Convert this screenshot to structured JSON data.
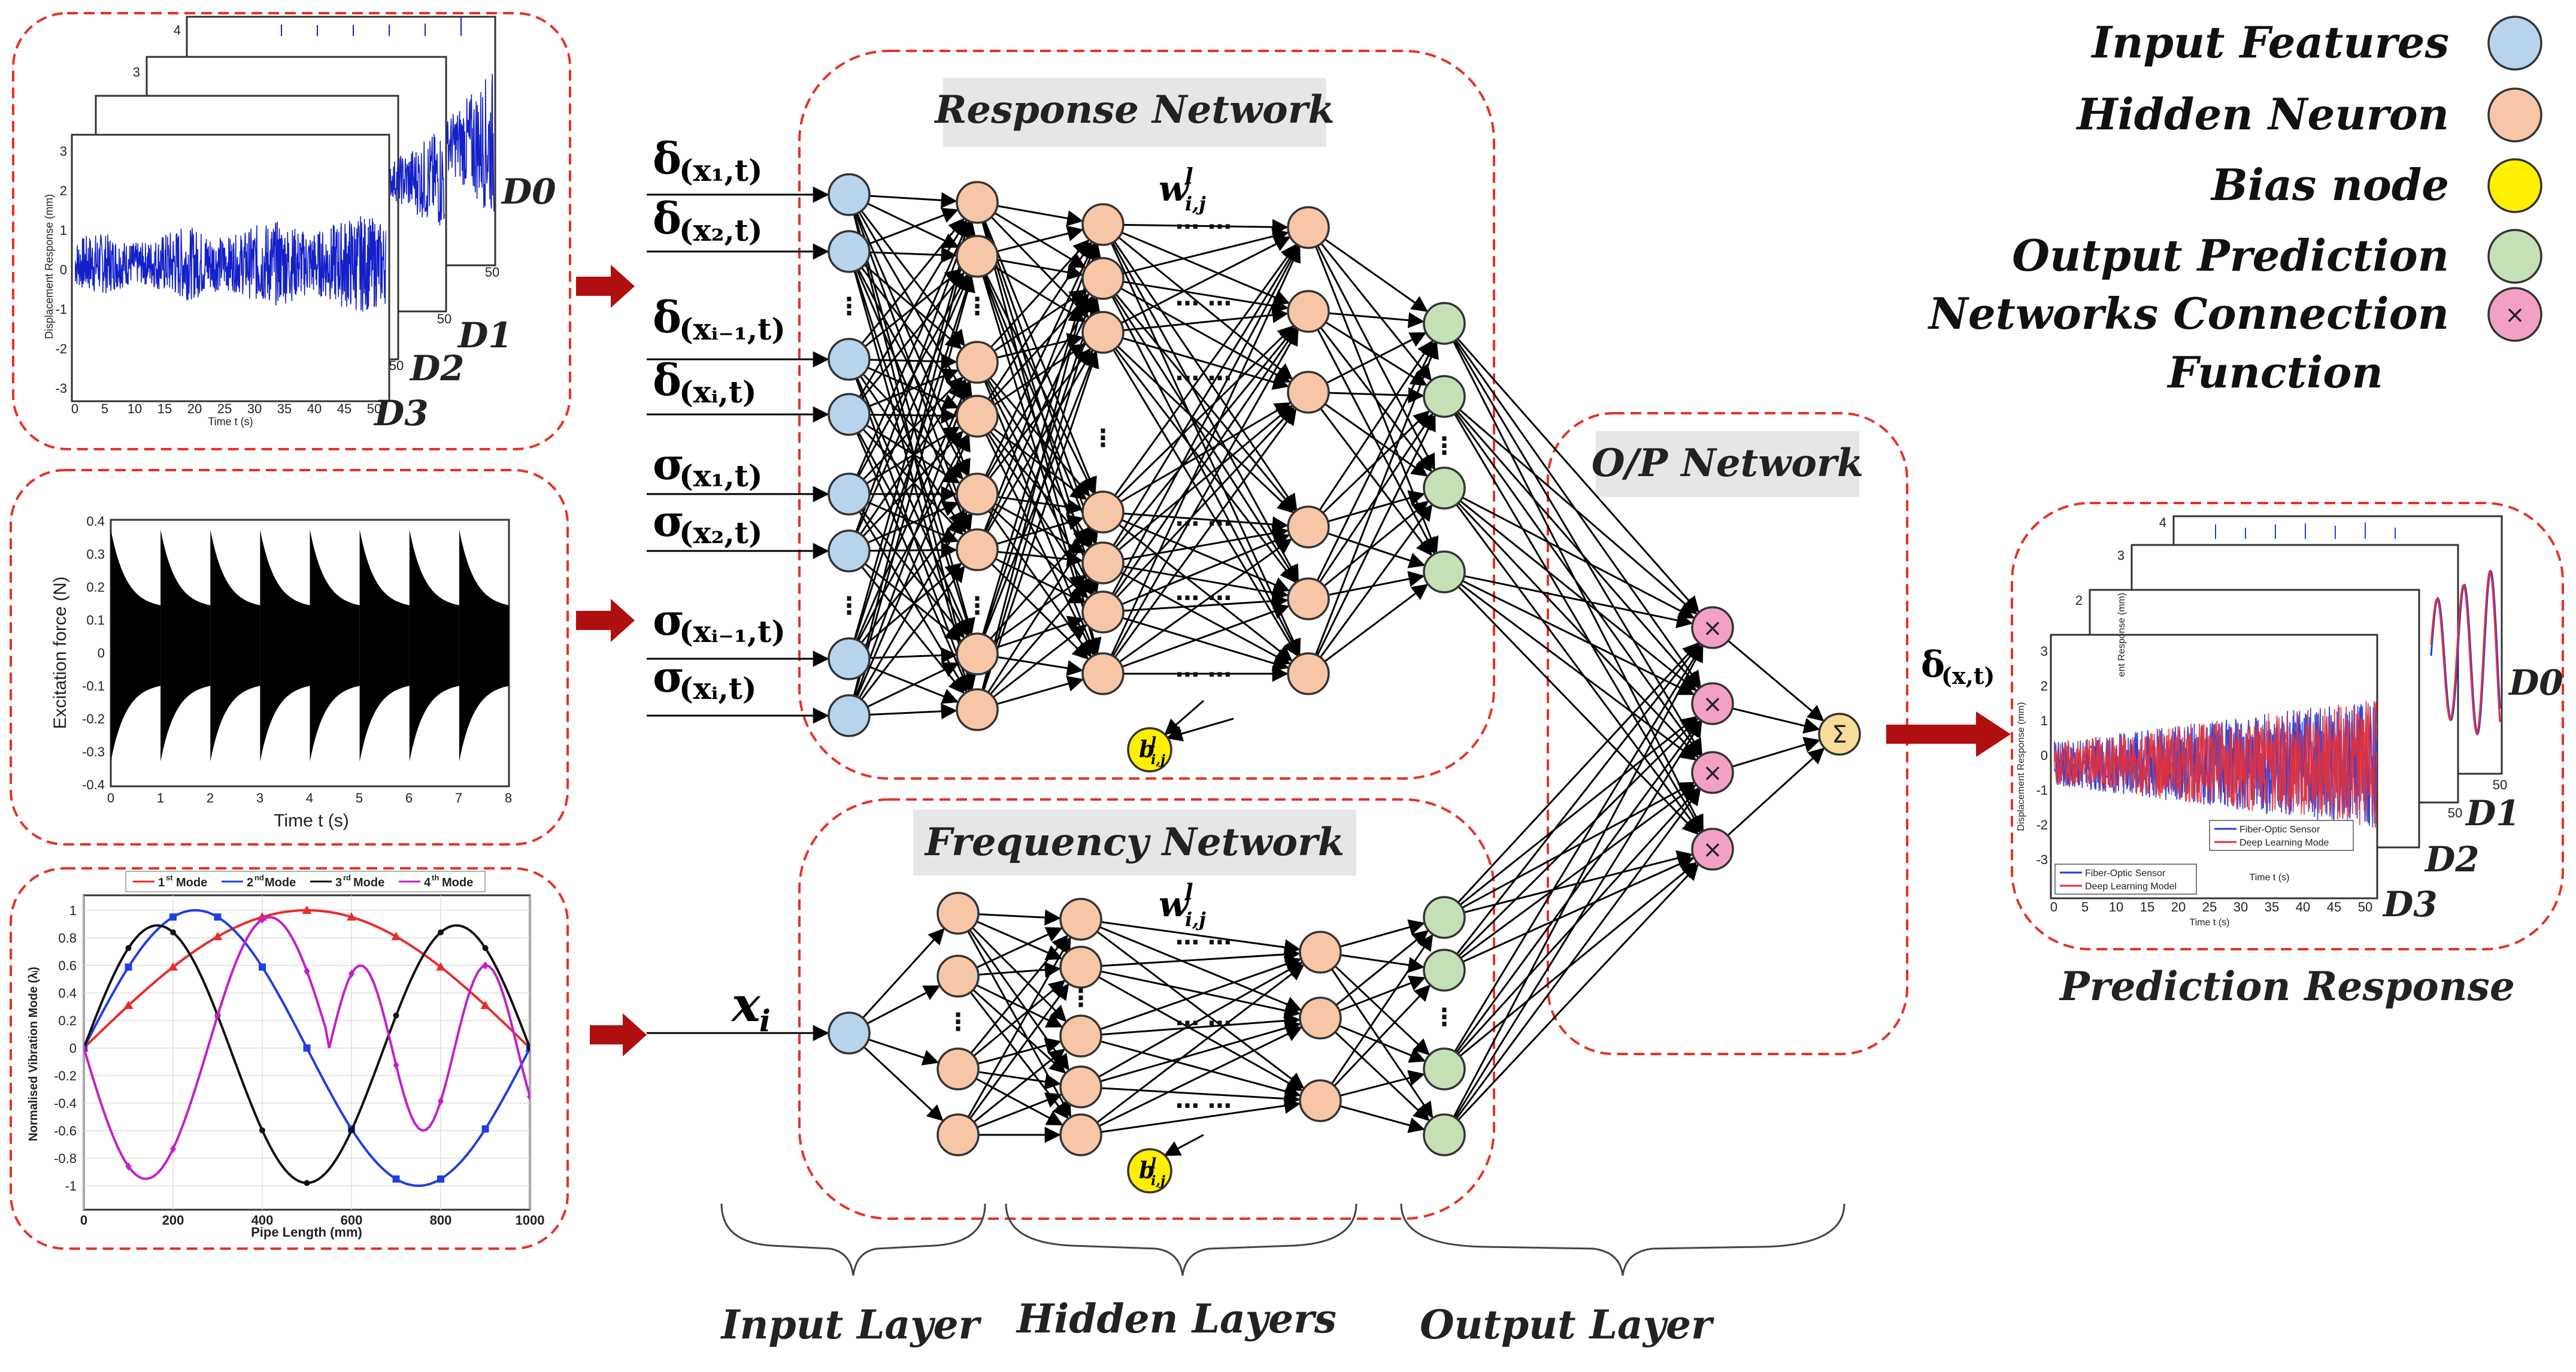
{
  "colors": {
    "input": "#b8d3ec",
    "hidden": "#f6c6a6",
    "bias": "#ffef00",
    "output": "#c6e0b6",
    "connection": "#f2a1c5",
    "sum": "#f8dc9a",
    "dashed": "#e8302a",
    "arrow": "#b10f0f"
  },
  "legend": [
    {
      "label": "Input Features",
      "kind": "input"
    },
    {
      "label": "Hidden Neuron",
      "kind": "hidden"
    },
    {
      "label": "Bias node",
      "kind": "bias"
    },
    {
      "label": "Output Prediction",
      "kind": "output"
    },
    {
      "label": "Networks Connection",
      "label2": "Function",
      "kind": "connection"
    }
  ],
  "networks": {
    "response": "Response Network",
    "frequency": "Frequency Network",
    "output": "O/P Network"
  },
  "inputs": {
    "response": [
      {
        "base": "δ",
        "sub": "(x₁,t)"
      },
      {
        "base": "δ",
        "sub": "(x₂,t)"
      },
      {
        "base": "δ",
        "sub": "(xᵢ₋₁,t)"
      },
      {
        "base": "δ",
        "sub": "(xᵢ,t)"
      },
      {
        "base": "σ",
        "sub": "(x₁,t)"
      },
      {
        "base": "σ",
        "sub": "(x₂,t)"
      },
      {
        "base": "σ",
        "sub": "(xᵢ₋₁,t)"
      },
      {
        "base": "σ",
        "sub": "(xᵢ,t)"
      }
    ],
    "frequency": {
      "base": "x",
      "sub": "i"
    }
  },
  "weight_label": {
    "base": "w",
    "sup": "l",
    "sub": "i,j"
  },
  "bias_label": {
    "base": "b",
    "sup": "l",
    "sub": "i,j"
  },
  "connection_symbol": "×",
  "sum_symbol": "Σ",
  "output_label": {
    "base": "δ",
    "sub": "(x,t)"
  },
  "ellipsis": "⋯ ⋯",
  "vdots": "⋮",
  "layers": [
    "Input Layer",
    "Hidden Layers",
    "Output Layer"
  ],
  "prediction_title": "Prediction Response",
  "plots": {
    "displacement": {
      "labels": [
        "D0",
        "D1",
        "D2",
        "D3"
      ],
      "ylabel": "Displacement Response (mm)",
      "xlabel": "Time t (s)",
      "yticks": [
        "3",
        "2",
        "1",
        "0",
        "-1",
        "-2",
        "-3"
      ],
      "xticks": [
        "0",
        "5",
        "10",
        "15",
        "20",
        "25",
        "30",
        "35",
        "40",
        "45",
        "50"
      ],
      "top_ticks": [
        "4",
        "3",
        "50",
        "50",
        "50"
      ]
    },
    "excitation": {
      "ylabel": "Excitation force (N)",
      "xlabel": "Time t (s)",
      "yticks": [
        "0.4",
        "0.3",
        "0.2",
        "0.1",
        "0",
        "-0.1",
        "-0.2",
        "-0.3",
        "-0.4"
      ],
      "xticks": [
        "0",
        "1",
        "2",
        "3",
        "4",
        "5",
        "6",
        "7",
        "8"
      ]
    },
    "modes": {
      "ylabel": "Normalised Vibration Mode (λᵢ)",
      "xlabel": "Pipe Length (mm)",
      "legend": [
        {
          "base": "1",
          "sup": "st",
          "rest": " Mode",
          "color": "#e82b2b"
        },
        {
          "base": "2",
          "sup": "nd",
          "rest": " Mode",
          "color": "#1f3fe0"
        },
        {
          "base": "3",
          "sup": "rd",
          "rest": " Mode",
          "color": "#111111"
        },
        {
          "base": "4",
          "sup": "th",
          "rest": " Mode",
          "color": "#c21fc9"
        }
      ],
      "yticks": [
        "1",
        "0.8",
        "0.6",
        "0.4",
        "0.2",
        "0",
        "-0.2",
        "-0.4",
        "-0.6",
        "-0.8",
        "-1"
      ],
      "xticks": [
        "0",
        "200",
        "400",
        "600",
        "800",
        "1000"
      ]
    },
    "prediction": {
      "labels": [
        "D0",
        "D1",
        "D2",
        "D3"
      ],
      "ylabel": "Displacement Response (mm)",
      "ylabel_back": "ent Response (mm)",
      "xlabel": "Time t (s)",
      "legend": [
        "Fiber-Optic Sensor",
        "Deep Learning Model"
      ],
      "legend_back": [
        "Fiber-Optic Sensor",
        "Deep Learning Mode"
      ],
      "yticks": [
        "3",
        "2",
        "1",
        "0",
        "-1",
        "-2",
        "-3"
      ],
      "xticks": [
        "0",
        "5",
        "10",
        "15",
        "20",
        "25",
        "30",
        "35",
        "40",
        "45",
        "50"
      ],
      "top_ticks": [
        "4",
        "3",
        "2",
        "50",
        "50"
      ]
    }
  }
}
